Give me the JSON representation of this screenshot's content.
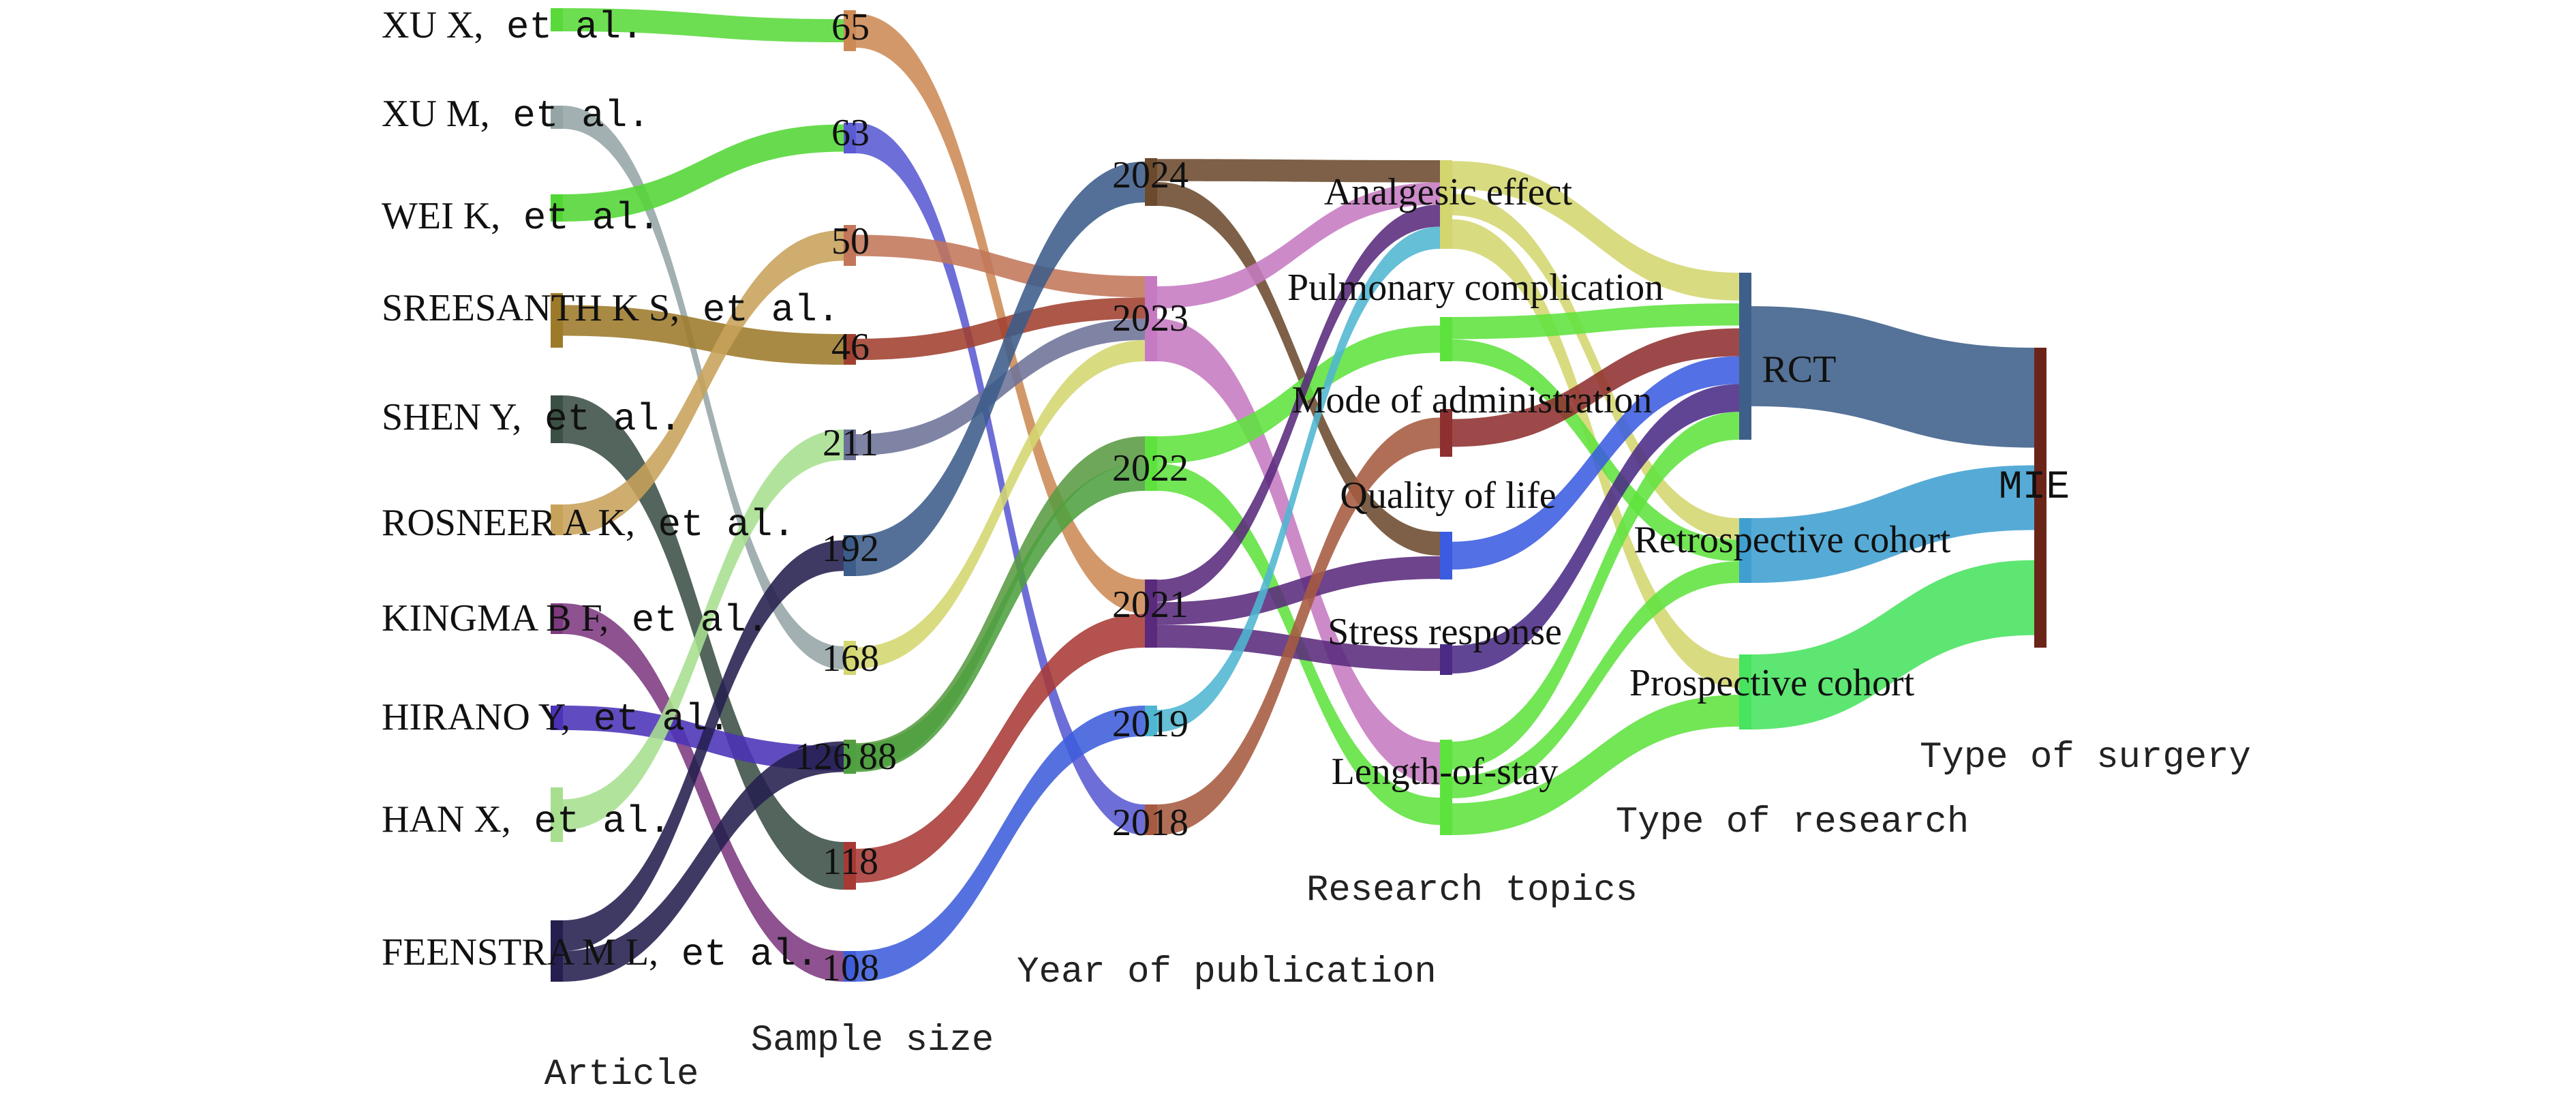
{
  "axes": {
    "article": "Article",
    "sample": "Sample size",
    "year": "Year of publication",
    "topic": "Research topics",
    "research": "Type of research",
    "surgery": "Type of surgery"
  },
  "articles": [
    {
      "id": "xux",
      "name": "XU X,",
      "tail": " et al.",
      "color": "#59d93a"
    },
    {
      "id": "xum",
      "name": "XU M,",
      "tail": " et al.",
      "color": "#95a5a6"
    },
    {
      "id": "weik",
      "name": "WEI K,",
      "tail": " et al.",
      "color": "#52d634"
    },
    {
      "id": "sree",
      "name": "SREESANTH K S,",
      "tail": " et al.",
      "color": "#9d7a2a"
    },
    {
      "id": "shen",
      "name": "SHEN Y,",
      "tail": " et al.",
      "color": "#3b5045"
    },
    {
      "id": "rosn",
      "name": "ROSNEER A K,",
      "tail": " et al.",
      "color": "#c7a25a"
    },
    {
      "id": "king",
      "name": "KINGMA B F,",
      "tail": " et al.",
      "color": "#7d3a80"
    },
    {
      "id": "hira",
      "name": "HIRANO Y,",
      "tail": " et al.",
      "color": "#4b32b7"
    },
    {
      "id": "han",
      "name": "HAN X,",
      "tail": " et al.",
      "color": "#a7df8f"
    },
    {
      "id": "feen",
      "name": "FEENSTRA M L,",
      "tail": " et al.",
      "color": "#241f4e"
    }
  ],
  "samples": [
    {
      "id": "s65",
      "label": "65",
      "color": "#cd8a55"
    },
    {
      "id": "s63",
      "label": "63",
      "color": "#5a5ad3"
    },
    {
      "id": "s50",
      "label": "50",
      "color": "#c2765a"
    },
    {
      "id": "s46",
      "label": "46",
      "color": "#a0402f"
    },
    {
      "id": "s211",
      "label": "211",
      "color": "#6d7398"
    },
    {
      "id": "s192",
      "label": "192",
      "color": "#3c5c8a"
    },
    {
      "id": "s168",
      "label": "168",
      "color": "#d4d670"
    },
    {
      "id": "s126",
      "label": "126",
      "color": "#5a9b42"
    },
    {
      "id": "s88",
      "label": "88",
      "color": "#4fa040"
    },
    {
      "id": "s118",
      "label": "118",
      "color": "#a83a35"
    },
    {
      "id": "s108",
      "label": "108",
      "color": "#3e5ddc"
    }
  ],
  "years": [
    {
      "id": "y2024",
      "label": "2024",
      "color": "#6b4a2e"
    },
    {
      "id": "y2023",
      "label": "2023",
      "color": "#c67ac1"
    },
    {
      "id": "y2022",
      "label": "2022",
      "color": "#5ee33e"
    },
    {
      "id": "y2021",
      "label": "2021",
      "color": "#5a2a7c"
    },
    {
      "id": "y2019",
      "label": "2019",
      "color": "#4fb6d2"
    },
    {
      "id": "y2018",
      "label": "2018",
      "color": "#a65a40"
    }
  ],
  "topics": [
    {
      "id": "analgesic",
      "label": "Analgesic effect",
      "color": "#d3d66e"
    },
    {
      "id": "pulmonary",
      "label": "Pulmonary complication",
      "color": "#5ee33e"
    },
    {
      "id": "mode",
      "label": "Mode of administration",
      "color": "#8f3030"
    },
    {
      "id": "qol",
      "label": "Quality of life",
      "color": "#3b5ce0"
    },
    {
      "id": "stress",
      "label": "Stress response",
      "color": "#4b2b86"
    },
    {
      "id": "los",
      "label": "Length-of-stay",
      "color": "#5ee33e"
    }
  ],
  "research": [
    {
      "id": "rct",
      "label": "RCT",
      "color": "#3e5f8a"
    },
    {
      "id": "retro",
      "label": "Retrospective cohort",
      "color": "#3f9fd0"
    },
    {
      "id": "pros",
      "label": "Prospective cohort",
      "color": "#48e35f"
    }
  ],
  "surgery": [
    {
      "id": "mie",
      "label": "MIE",
      "color": "#6b2418"
    }
  ],
  "links": [
    {
      "from": "xux",
      "to": "s65"
    },
    {
      "from": "xum",
      "to": "s168"
    },
    {
      "from": "weik",
      "to": "s63"
    },
    {
      "from": "sree",
      "to": "s46"
    },
    {
      "from": "shen",
      "to": "s118"
    },
    {
      "from": "rosn",
      "to": "s50"
    },
    {
      "from": "king",
      "to": "s108"
    },
    {
      "from": "hira",
      "to": "s88"
    },
    {
      "from": "han",
      "to": "s211"
    },
    {
      "from": "feen",
      "to": "s192"
    },
    {
      "from": "feen",
      "to": "s126"
    },
    {
      "from": "s65",
      "to": "y2021"
    },
    {
      "from": "s63",
      "to": "y2018"
    },
    {
      "from": "s50",
      "to": "y2023"
    },
    {
      "from": "s46",
      "to": "y2023"
    },
    {
      "from": "s211",
      "to": "y2023"
    },
    {
      "from": "s192",
      "to": "y2024"
    },
    {
      "from": "s168",
      "to": "y2023"
    },
    {
      "from": "s126",
      "to": "y2022"
    },
    {
      "from": "s88",
      "to": "y2022"
    },
    {
      "from": "s118",
      "to": "y2021"
    },
    {
      "from": "s108",
      "to": "y2019"
    },
    {
      "from": "y2024",
      "to": "analgesic"
    },
    {
      "from": "y2024",
      "to": "qol"
    },
    {
      "from": "y2023",
      "to": "analgesic"
    },
    {
      "from": "y2023",
      "to": "los"
    },
    {
      "from": "y2022",
      "to": "pulmonary"
    },
    {
      "from": "y2022",
      "to": "los"
    },
    {
      "from": "y2021",
      "to": "analgesic"
    },
    {
      "from": "y2021",
      "to": "qol"
    },
    {
      "from": "y2021",
      "to": "stress"
    },
    {
      "from": "y2019",
      "to": "analgesic"
    },
    {
      "from": "y2018",
      "to": "mode"
    },
    {
      "from": "analgesic",
      "to": "rct"
    },
    {
      "from": "analgesic",
      "to": "retro"
    },
    {
      "from": "analgesic",
      "to": "pros"
    },
    {
      "from": "pulmonary",
      "to": "rct"
    },
    {
      "from": "pulmonary",
      "to": "retro"
    },
    {
      "from": "mode",
      "to": "rct"
    },
    {
      "from": "qol",
      "to": "rct"
    },
    {
      "from": "stress",
      "to": "rct"
    },
    {
      "from": "los",
      "to": "rct"
    },
    {
      "from": "los",
      "to": "retro"
    },
    {
      "from": "los",
      "to": "pros"
    },
    {
      "from": "rct",
      "to": "mie"
    },
    {
      "from": "retro",
      "to": "mie"
    },
    {
      "from": "pros",
      "to": "mie"
    }
  ]
}
